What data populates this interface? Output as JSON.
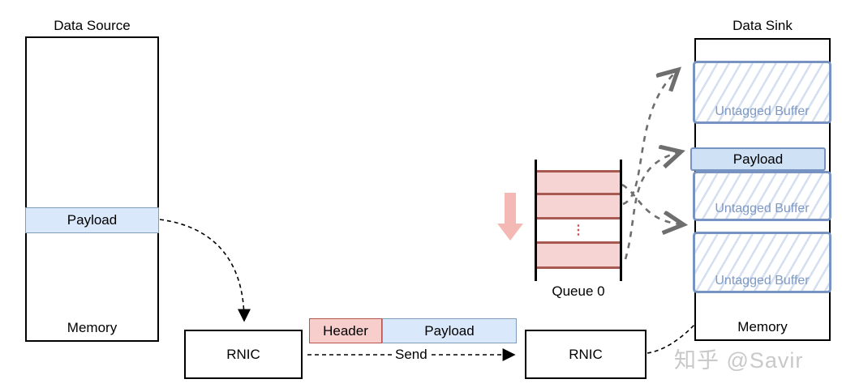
{
  "source": {
    "title": "Data Source",
    "payload_label": "Payload",
    "memory_label": "Memory"
  },
  "rnic_left": {
    "label": "RNIC"
  },
  "rnic_right": {
    "label": "RNIC"
  },
  "packet": {
    "header_label": "Header",
    "payload_label": "Payload"
  },
  "send": {
    "label": "Send"
  },
  "queue": {
    "label": "Queue 0",
    "ellipsis": "⋮"
  },
  "sink": {
    "title": "Data Sink",
    "buffers": [
      "Untagged Buffer",
      "Untagged Buffer",
      "Untagged Buffer"
    ],
    "payload_label": "Payload",
    "memory_label": "Memory"
  },
  "watermark": {
    "text": "知乎 @Savir"
  },
  "icons": {
    "queue_direction": "down-arrow-icon",
    "ellipsis": "vertical-ellipsis-icon"
  },
  "colors": {
    "packet_header_fill": "#f8cecc",
    "packet_header_border": "#b85450",
    "payload_fill": "#dae8fc",
    "payload_border": "#7f9db9",
    "sink_buffer_border": "#7693c2",
    "sink_buffer_hatch": "#d4dff0",
    "sink_payload_fill": "#cfe1f5",
    "queue_row_fill": "#f6d4d3",
    "queue_row_border": "#a85a52",
    "queue_down_arrow": "#f4b9b4",
    "gray_arrow": "#6e6e6e",
    "black_arrow": "#000000",
    "watermark_gray": "#c9c9c9"
  }
}
